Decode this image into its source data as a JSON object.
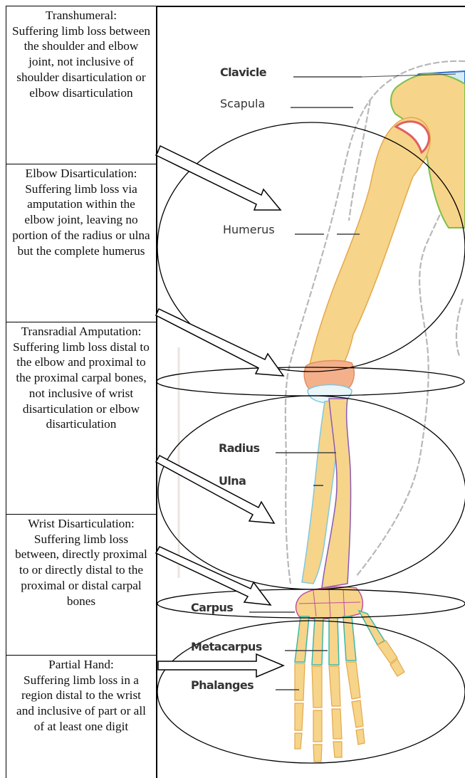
{
  "definitions": [
    {
      "title": "Transhumeral:",
      "description": "Suffering limb loss between the shoulder and elbow joint, not inclusive of shoulder disarticulation or elbow disarticulation"
    },
    {
      "title": "Elbow Disarticulation:",
      "description": "Suffering limb loss via amputation within the elbow joint, leaving no portion of the radius or ulna but the complete humerus"
    },
    {
      "title": "Transradial Amputation:",
      "description": "Suffering limb loss distal to the elbow and proximal to the proximal carpal bones, not inclusive of wrist disarticulation or elbow disarticulation"
    },
    {
      "title": "Wrist Disarticulation:",
      "description": "Suffering limb loss between, directly proximal to or directly distal to the proximal or distal carpal bones"
    },
    {
      "title": "Partial Hand:",
      "description": "Suffering limb loss in a region distal to the wrist and inclusive of part or all of at least one digit"
    }
  ],
  "bone_labels": {
    "clavicle": "Clavicle",
    "scapula": "Scapula",
    "humerus": "Humerus",
    "radius": "Radius",
    "ulna": "Ulna",
    "carpus": "Carpus",
    "metacarpus": "Metacarpus",
    "phalanges": "Phalanges"
  },
  "colors": {
    "bone": "#F6D48A",
    "bone_outline": "#E4A84A",
    "joint_cartilage": "#F4B08A",
    "scapula_outline": "#7AC04A",
    "radius_outline": "#8A5AB8",
    "ulna_outline": "#7FC8E0",
    "carpal_outline": "#C050A0",
    "metacarpal_outline": "#3FB8A8",
    "body_outline": "#B8B8B8",
    "lines": "#000000"
  }
}
